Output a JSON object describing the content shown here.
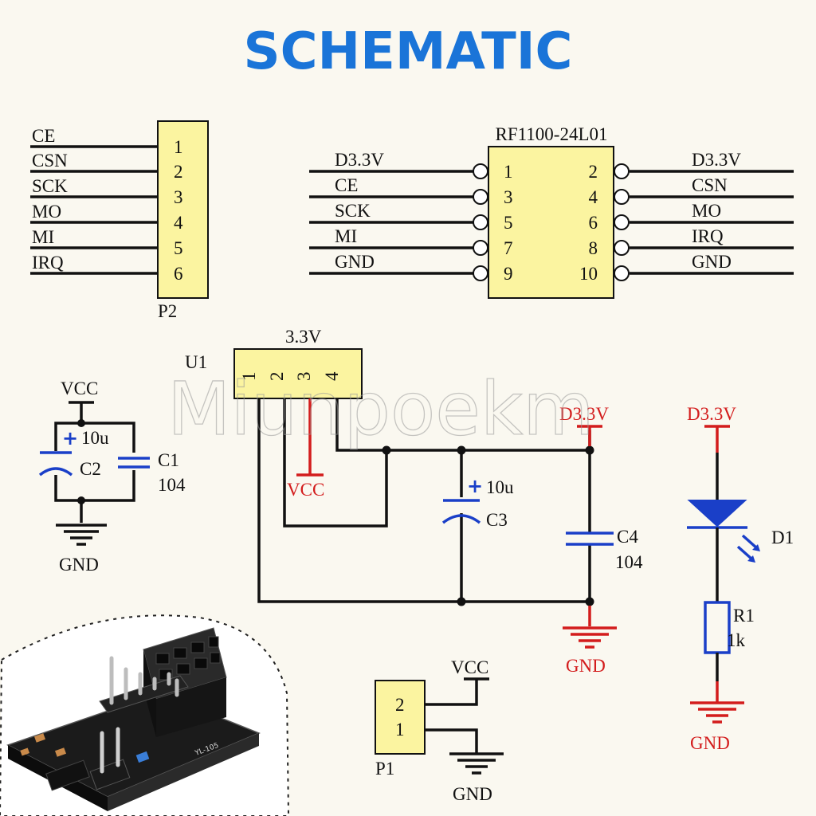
{
  "title": "SCHEMATIC",
  "watermark": "Miunpoekm",
  "colors": {
    "title": "#1a74d8",
    "wire": "#111111",
    "power_red": "#d31c1c",
    "component_blue": "#1a3fc8",
    "connector_fill": "#fbf4a0"
  },
  "p2": {
    "ref": "P2",
    "pins": [
      "1",
      "2",
      "3",
      "4",
      "5",
      "6"
    ],
    "signals": [
      "CE",
      "CSN",
      "SCK",
      "MO",
      "MI",
      "IRQ"
    ]
  },
  "rf": {
    "name": "RF1100-24L01",
    "left_pins": [
      "1",
      "3",
      "5",
      "7",
      "9"
    ],
    "right_pins": [
      "2",
      "4",
      "6",
      "8",
      "10"
    ],
    "left_signals": [
      "D3.3V",
      "CE",
      "SCK",
      "MI",
      "GND"
    ],
    "right_signals": [
      "D3.3V",
      "CSN",
      "MO",
      "IRQ",
      "GND"
    ]
  },
  "u1": {
    "ref": "U1",
    "value": "3.3V",
    "pins": [
      "1",
      "2",
      "3",
      "4"
    ],
    "vcc": "VCC",
    "out": "D3.3V",
    "gnd": "GND"
  },
  "c1": {
    "ref": "C1",
    "value": "104"
  },
  "c2": {
    "ref": "C2",
    "value": "10u"
  },
  "c3": {
    "ref": "C3",
    "value": "10u"
  },
  "c4": {
    "ref": "C4",
    "value": "104"
  },
  "left_power": {
    "vcc": "VCC",
    "gnd": "GND"
  },
  "d1": {
    "ref": "D1",
    "supply": "D3.3V"
  },
  "r1": {
    "ref": "R1",
    "value": "1k",
    "gnd": "GND"
  },
  "p1": {
    "ref": "P1",
    "pins": [
      "2",
      "1"
    ],
    "vcc": "VCC",
    "gnd": "GND"
  },
  "photo": {
    "board_marking": "YL-105"
  }
}
